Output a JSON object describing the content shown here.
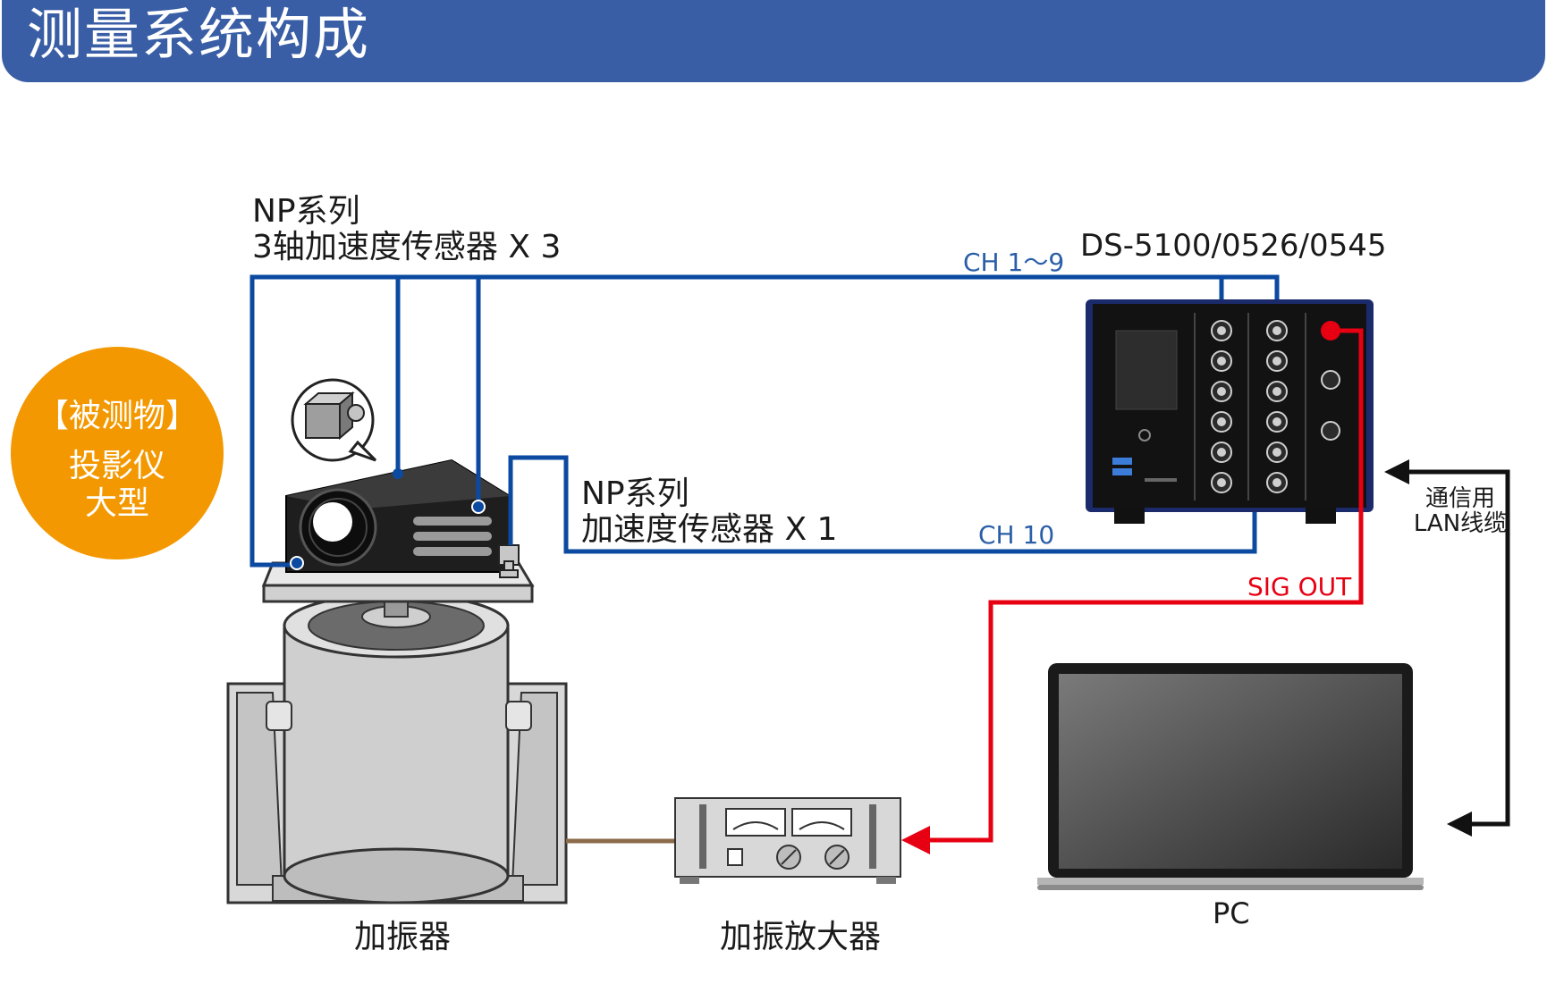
{
  "header": {
    "title": "测量系统构成"
  },
  "subject": {
    "line1": "【被测物】",
    "line2": "投影仪",
    "line3": "大型"
  },
  "sensor_triax": {
    "line1": "NP系列",
    "line2": "3轴加速度传感器 X 3"
  },
  "sensor_single": {
    "line1": "NP系列",
    "line2": "加速度传感器 X 1"
  },
  "channels": {
    "ch_1_9": "CH 1～9",
    "ch_10": "CH 10",
    "sig_out": "SIG OUT"
  },
  "device": {
    "model": "DS-5100/0526/0545"
  },
  "lan": {
    "line1": "通信用",
    "line2": "LAN线缆"
  },
  "labels": {
    "shaker": "加振器",
    "amplifier": "加振放大器",
    "pc": "PC"
  },
  "colors": {
    "header": "#3a5ea5",
    "blue_cable": "#0b4aa0",
    "red_cable": "#e60012",
    "subject_circle": "#f39800"
  }
}
